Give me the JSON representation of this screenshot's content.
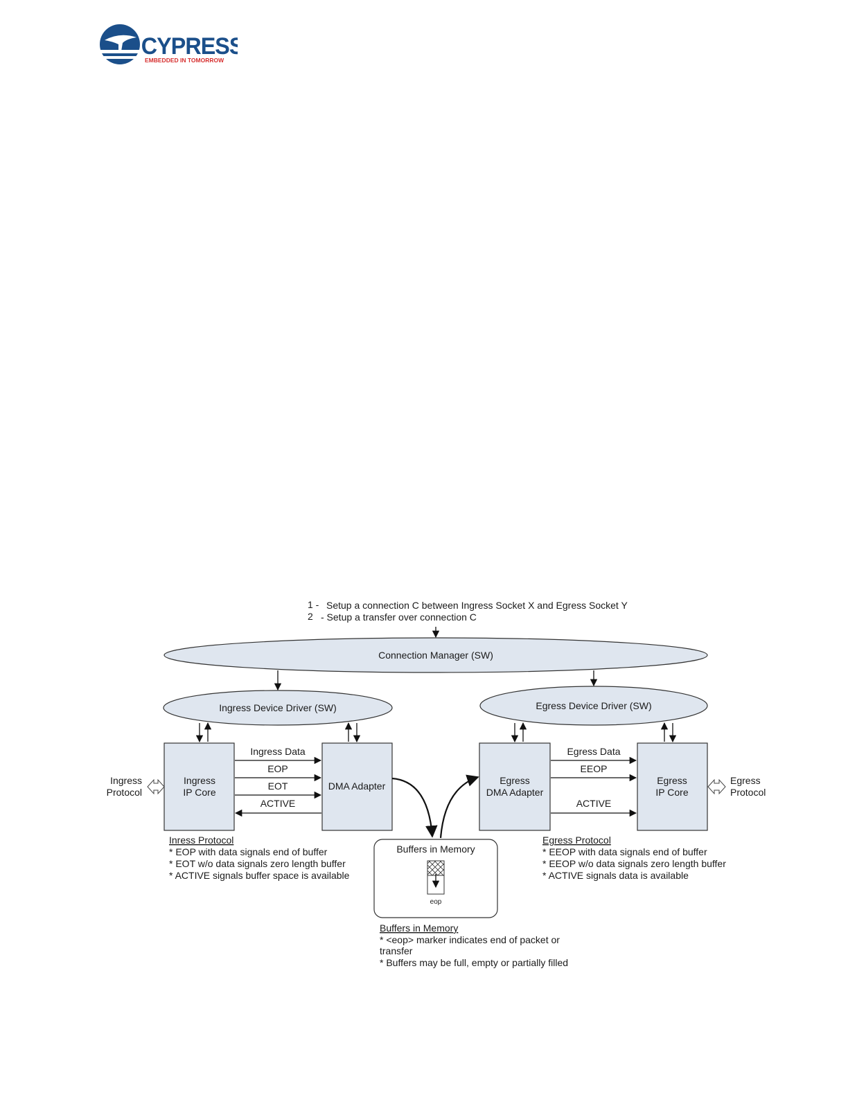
{
  "logo": {
    "brand": "CYPRESS",
    "tagline": "EMBEDDED IN TOMORROW",
    "colors": {
      "blue": "#1b4f8a",
      "red": "#d62e2e",
      "teal": "#1aa0d6"
    }
  },
  "diagram": {
    "steps": [
      {
        "num": "1 -",
        "text": "Setup a connection C between Ingress Socket X and Egress Socket Y"
      },
      {
        "num": "2",
        "text": "-  Setup a  transfer over connection C"
      }
    ],
    "connection_manager": "Connection Manager (SW)",
    "ingress_driver": "Ingress Device Driver (SW)",
    "egress_driver": "Egress Device Driver (SW)",
    "ingress_protocol_label": [
      "Ingress",
      "Protocol"
    ],
    "egress_protocol_label": [
      "Egress",
      "Protocol"
    ],
    "ingress_ip_core": [
      "Ingress",
      "IP Core"
    ],
    "dma_adapter": "DMA Adapter",
    "egress_dma_adapter": [
      "Egress",
      "DMA Adapter"
    ],
    "egress_ip_core": [
      "Egress",
      "IP Core"
    ],
    "ingress_signals": [
      "Ingress Data",
      "EOP",
      "EOT",
      "ACTIVE"
    ],
    "egress_signals": [
      "Egress Data",
      "EEOP",
      "ACTIVE"
    ],
    "buffers": {
      "title": "Buffers in Memory",
      "marker": "eop"
    },
    "ingress_notes": {
      "title": "Inress Protocol",
      "lines": [
        "* EOP with data signals end of buffer",
        "* EOT w/o data signals zero length buffer",
        "* ACTIVE signals buffer space is available"
      ]
    },
    "egress_notes": {
      "title": "Egress Protocol",
      "lines": [
        "* EEOP with data signals end of buffer",
        "* EEOP w/o data signals zero length buffer",
        "* ACTIVE signals data is available"
      ]
    },
    "buffer_notes": {
      "title": "Buffers in Memory",
      "lines": [
        "* <eop> marker indicates end of packet or",
        "transfer",
        "* Buffers may be full, empty or partially filled"
      ]
    }
  }
}
